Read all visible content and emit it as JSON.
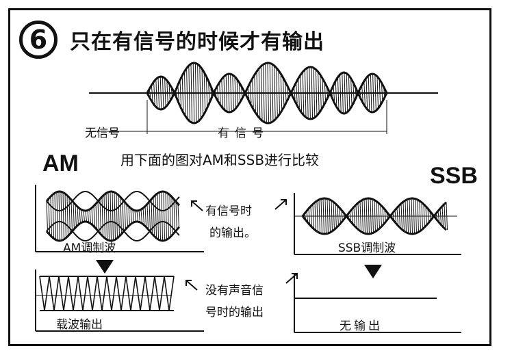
{
  "heading": {
    "number": "6",
    "title": "只在有信号的时候才有输出"
  },
  "top_diagram": {
    "no_signal_label": "无信号",
    "signal_label": "有信号"
  },
  "compare_text": "用下面的图对AM和SSB进行比较",
  "am": {
    "label": "AM",
    "modulated_caption": "AM调制波",
    "carrier_caption": "载波输出"
  },
  "ssb": {
    "label": "SSB",
    "modulated_caption": "SSB调制波",
    "no_output_caption": "无输出"
  },
  "notes": {
    "with_signal_line1": "有信号时",
    "with_signal_line2": "的输出。",
    "without_signal_line1": "没有声音信",
    "without_signal_line2": "号时的输出"
  },
  "colors": {
    "ink": "#111111",
    "paper": "#ffffff"
  }
}
